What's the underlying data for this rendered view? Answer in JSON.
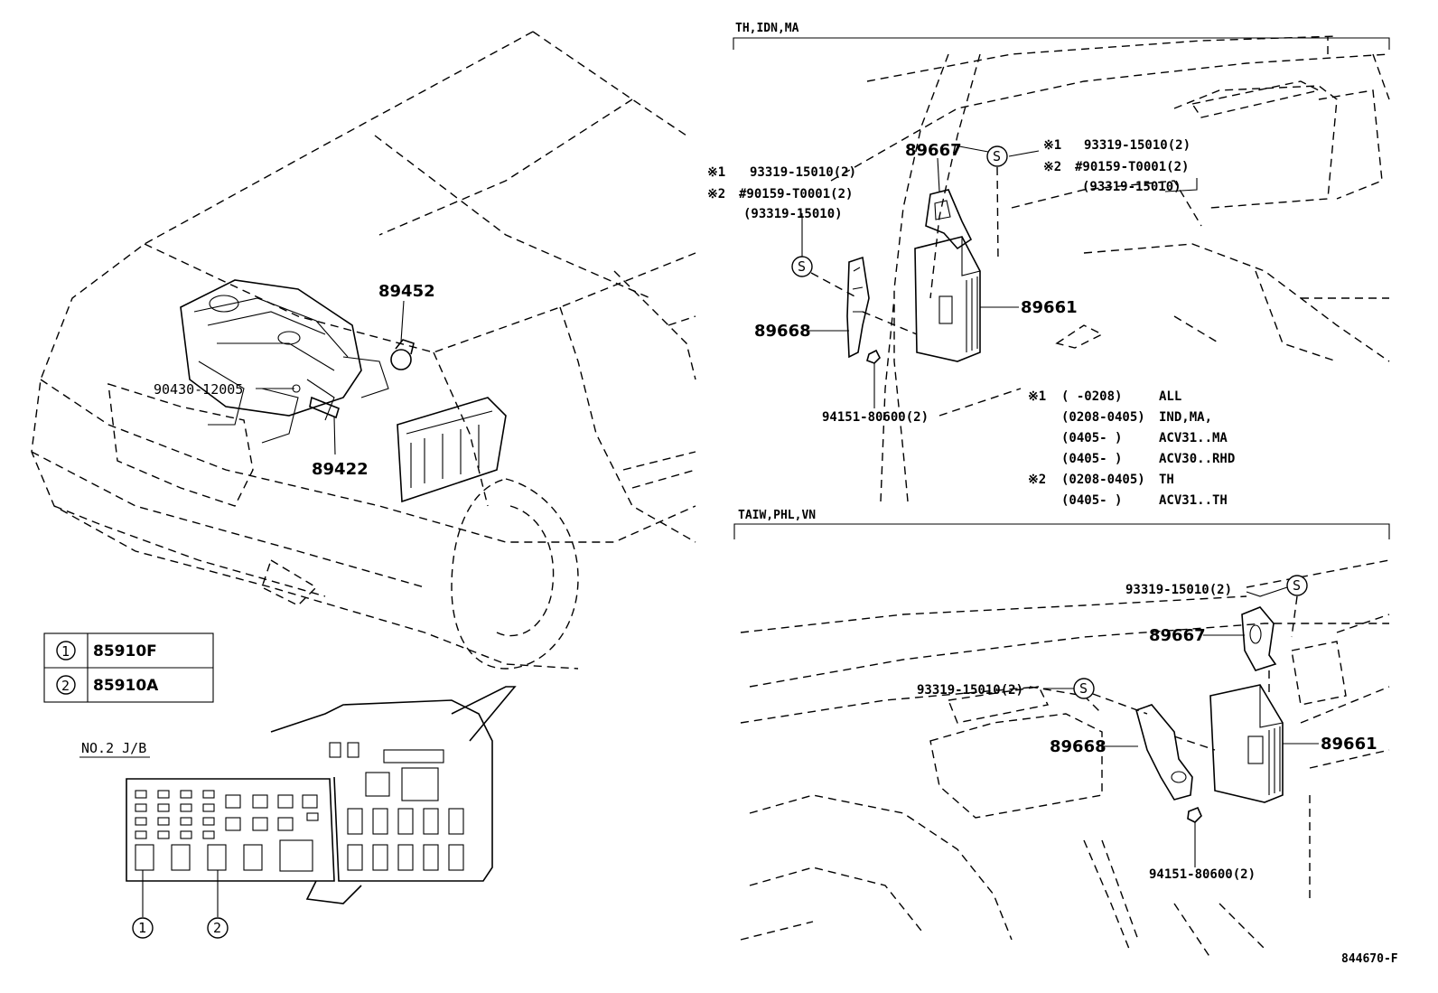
{
  "engine_view": {
    "parts": {
      "p89452": "89452",
      "p90430": "90430-12005",
      "p89422": "89422"
    }
  },
  "fuse_table": {
    "rows": [
      {
        "mark": "1",
        "code": "85910F"
      },
      {
        "mark": "2",
        "code": "85910A"
      }
    ]
  },
  "junction_block": {
    "title": "NO.2 J/B",
    "callouts": [
      "1",
      "2"
    ]
  },
  "panel_top": {
    "header": "TH,IDN,MA",
    "parts": {
      "p89667": "89667",
      "p89668": "89668",
      "p89661": "89661",
      "p94151": "94151-80600(2)"
    },
    "s_symbol": "S",
    "left_note": {
      "mark1": "※1",
      "line1": "93319-15010(2)",
      "mark2": "※2",
      "line2": "#90159-T0001(2)",
      "line3": "(93319-15010)"
    },
    "right_note": {
      "mark1": "※1",
      "line1": "93319-15010(2)",
      "mark2": "※2",
      "line2": "#90159-T0001(2)",
      "line3": "(93319-15010)"
    },
    "legend": [
      {
        "mark": "※1",
        "range": "(      -0208)",
        "models": "ALL"
      },
      {
        "mark": "",
        "range": "(0208-0405)",
        "models": "IND,MA,"
      },
      {
        "mark": "",
        "range": "(0405-     )",
        "models": "ACV31..MA"
      },
      {
        "mark": "",
        "range": "(0405-     )",
        "models": "ACV30..RHD"
      },
      {
        "mark": "※2",
        "range": "(0208-0405)",
        "models": "TH"
      },
      {
        "mark": "",
        "range": "(0405-     )",
        "models": "ACV31..TH"
      }
    ]
  },
  "panel_bottom": {
    "header": "TAIW,PHL,VN",
    "parts": {
      "p93319a": "93319-15010(2)",
      "p89667": "89667",
      "p93319b": "93319-15010(2)",
      "p89668": "89668",
      "p89661": "89661",
      "p94151": "94151-80600(2)"
    },
    "s_symbol": "S"
  },
  "figure_id": "844670-F"
}
